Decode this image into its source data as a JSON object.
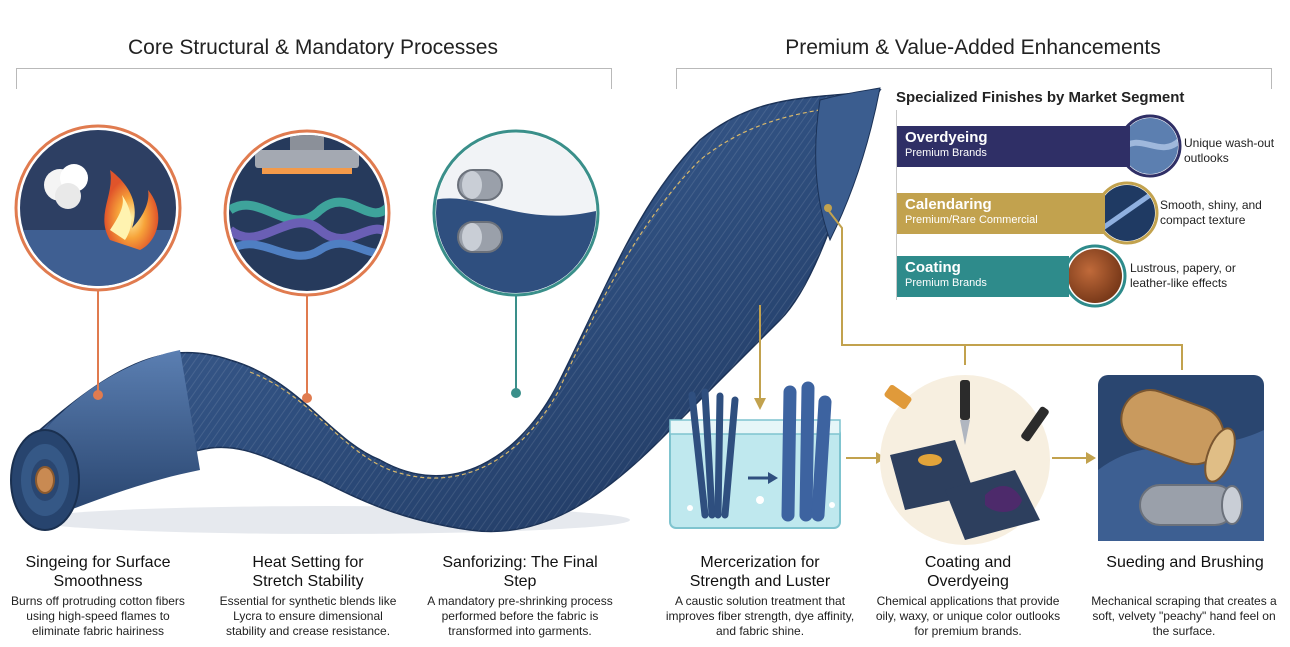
{
  "headings": {
    "left": "Core Structural & Mandatory Processes",
    "right": "Premium & Value-Added Enhancements"
  },
  "legend": {
    "title": "Specialized Finishes by Market Segment",
    "items": [
      {
        "name": "Overdyeing",
        "segment": "Premium Brands",
        "effect": "Unique wash-out outlooks",
        "color": "#2f2f66"
      },
      {
        "name": "Calendaring",
        "segment": "Premium/Rare Commercial",
        "effect": "Smooth, shiny, and compact texture",
        "color": "#c2a24e"
      },
      {
        "name": "Coating",
        "segment": "Premium Brands",
        "effect": "Lustrous, papery, or leather-like effects",
        "color": "#2e8b8b"
      }
    ]
  },
  "steps": [
    {
      "title": "Singeing for Surface Smoothness",
      "desc": "Burns off protruding cotton fibers using high-speed flames to eliminate fabric hairiness"
    },
    {
      "title": "Heat Setting for Stretch Stability",
      "desc": "Essential for synthetic blends like Lycra to ensure dimensional stability and crease resistance."
    },
    {
      "title": "Sanforizing: The Final Step",
      "desc": "A mandatory pre-shrinking process performed before the fabric is transformed into garments."
    },
    {
      "title": "Mercerization for Strength and Luster",
      "desc": "A caustic solution treatment that improves fiber strength, dye affinity, and fabric shine."
    },
    {
      "title": "Coating and Overdyeing",
      "desc": "Chemical applications that provide oily, waxy, or unique color outlooks for premium brands."
    },
    {
      "title": "Sueding and Brushing",
      "desc": "Mechanical scraping that creates a soft, velvety \"peachy\" hand feel on the surface."
    }
  ],
  "colors": {
    "denim": "#2f4f7f",
    "singeing": "#e07b4f",
    "heat": "#e07b4f",
    "sanforizing": "#3a8f8a",
    "gold": "#c2a24e"
  }
}
